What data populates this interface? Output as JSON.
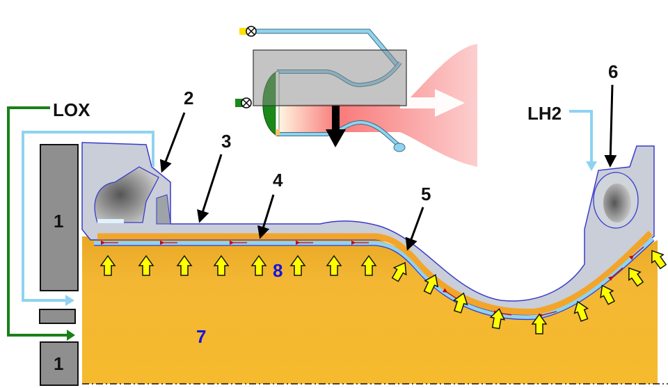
{
  "labels": {
    "lox": "LOX",
    "lh2": "LH2",
    "n1_top": "1",
    "n1_bottom": "1",
    "n2": "2",
    "n3": "3",
    "n4": "4",
    "n5": "5",
    "n6": "6",
    "n7": "7",
    "n8": "8"
  },
  "colors": {
    "lox_line": "#1a7f1a",
    "lh2_line": "#8fd3f0",
    "combustion": "#f5b530",
    "wall": "#c9ced8",
    "outline": "#3a3acc",
    "heat_arrow": "#ffff00",
    "zone_label": "#1515e0"
  }
}
